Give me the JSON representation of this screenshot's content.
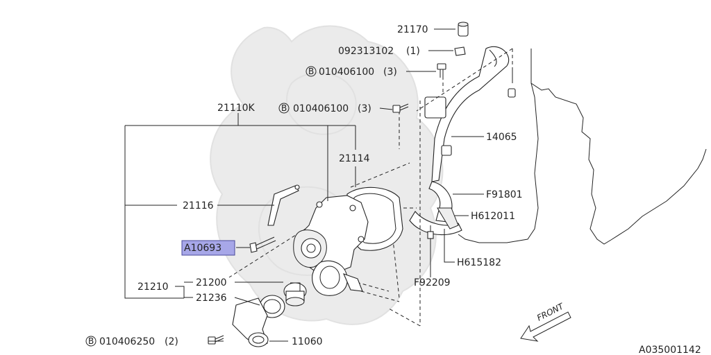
{
  "parts": {
    "p21170": "21170",
    "p092313102": "092313102",
    "p092313102_qty": "(1)",
    "bolt_b1": "010406100",
    "bolt_b1_qty": "(3)",
    "bolt_b2": "010406100",
    "bolt_b2_qty": "(3)",
    "p21110k": "21110K",
    "p21114": "21114",
    "p14065": "14065",
    "p21116": "21116",
    "pF91801": "F91801",
    "pH612011": "H612011",
    "pA10693": "A10693",
    "pH615182": "H615182",
    "p21210": "21210",
    "p21200": "21200",
    "p21236": "21236",
    "pF92209": "F92209",
    "bolt_b3": "010406250",
    "bolt_b3_qty": "(2)",
    "p11060": "11060"
  },
  "b_mark": "B",
  "front_label": "FRONT",
  "diagram_id": "A035001142",
  "highlight_color": "#a7a7e8"
}
